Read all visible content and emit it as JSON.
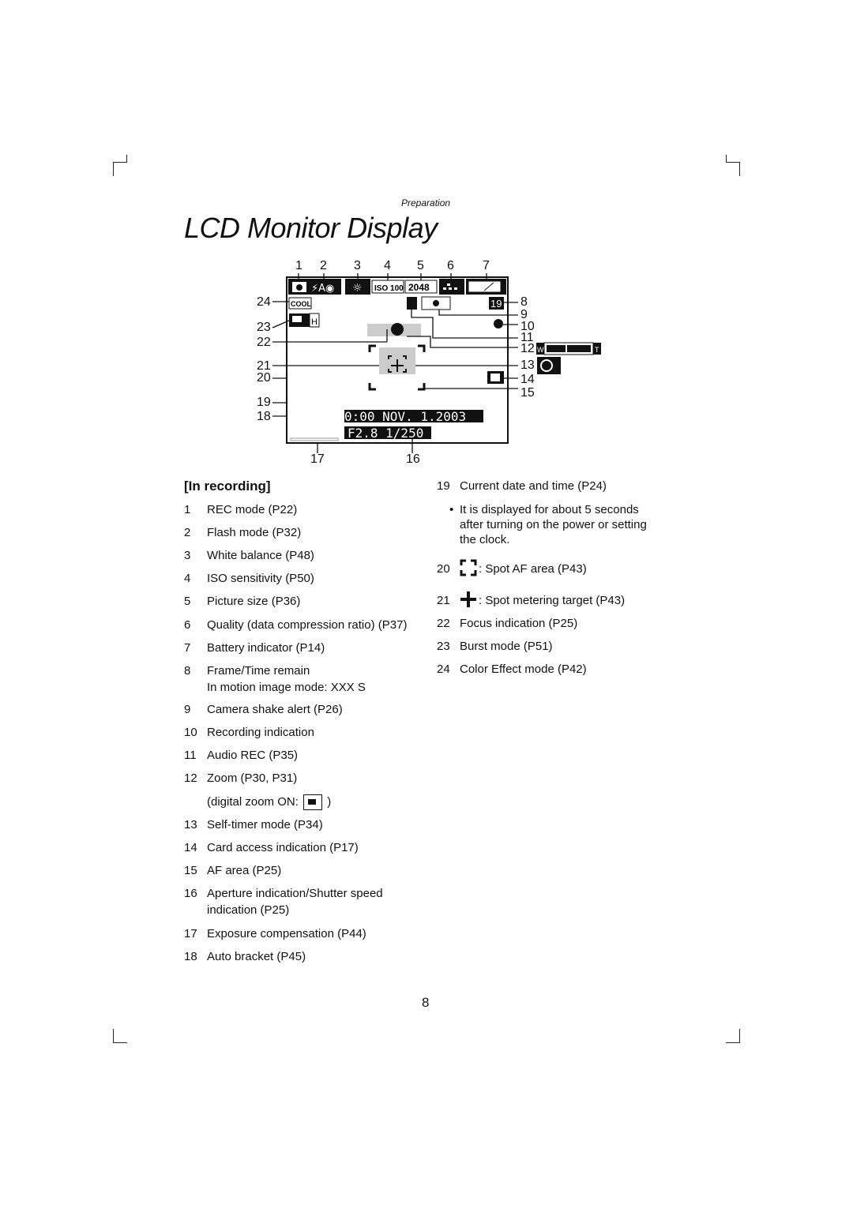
{
  "header": {
    "section": "Preparation",
    "title": "LCD Monitor Display"
  },
  "diagram": {
    "callouts_top": [
      "1",
      "2",
      "3",
      "4",
      "5",
      "6",
      "7"
    ],
    "callouts_right": [
      "8",
      "9",
      "10",
      "11",
      "12",
      "13",
      "14",
      "15"
    ],
    "callouts_left": [
      "24",
      "23",
      "22",
      "21",
      "20",
      "19",
      "18"
    ],
    "callouts_bottom": [
      "17",
      "16"
    ],
    "screen": {
      "iso": "ISO 100",
      "picture_size": "2048",
      "color_effect": "COOL",
      "burst": "H",
      "frame_remain": "19",
      "zoom_w": "W",
      "zoom_t": "T",
      "date_time": "0:00 NOV. 1.2003",
      "aperture_shutter": "F2.8 1/250"
    }
  },
  "section_heading": "[In recording]",
  "list_left": [
    {
      "num": "1",
      "text": "REC mode (P22)"
    },
    {
      "num": "2",
      "text": "Flash mode (P32)"
    },
    {
      "num": "3",
      "text": "White balance (P48)"
    },
    {
      "num": "4",
      "text": "ISO sensitivity (P50)"
    },
    {
      "num": "5",
      "text": "Picture size (P36)"
    },
    {
      "num": "6",
      "text": "Quality (data compression ratio) (P37)"
    },
    {
      "num": "7",
      "text": "Battery indicator (P14)"
    },
    {
      "num": "8",
      "text": "Frame/Time remain",
      "sub": "In motion image mode: XXX S"
    },
    {
      "num": "9",
      "text": "Camera shake alert (P26)"
    },
    {
      "num": "10",
      "text": "Recording indication"
    },
    {
      "num": "11",
      "text": "Audio REC (P35)"
    },
    {
      "num": "12",
      "text": "Zoom (P30, P31)",
      "sub_prefix": "(digital zoom ON:",
      "sub_suffix": ")"
    },
    {
      "num": "13",
      "text": "Self-timer mode (P34)"
    },
    {
      "num": "14",
      "text": "Card access indication (P17)"
    },
    {
      "num": "15",
      "text": "AF area (P25)"
    },
    {
      "num": "16",
      "text": "Aperture indication/Shutter speed",
      "sub": "indication (P25)"
    },
    {
      "num": "17",
      "text": "Exposure compensation (P44)"
    },
    {
      "num": "18",
      "text": "Auto bracket (P45)"
    }
  ],
  "list_right": [
    {
      "num": "19",
      "text": "Current date and time (P24)"
    },
    {
      "bullet": "•",
      "lines": [
        "It is displayed for about 5 seconds",
        "after turning on the power or setting",
        "the clock."
      ]
    },
    {
      "num": "20",
      "text": ": Spot AF area (P43)"
    },
    {
      "num": "21",
      "text": ": Spot metering target (P43)"
    },
    {
      "num": "22",
      "text": "Focus indication (P25)"
    },
    {
      "num": "23",
      "text": "Burst mode (P51)"
    },
    {
      "num": "24",
      "text": "Color Effect mode (P42)"
    }
  ],
  "page_number": "8"
}
